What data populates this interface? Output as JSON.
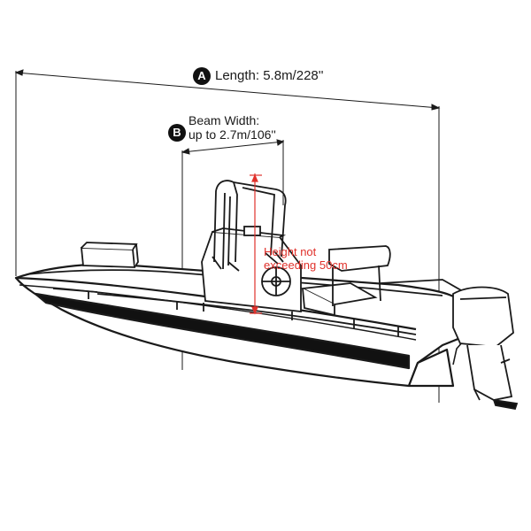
{
  "dimensions": {
    "length": {
      "marker": "A",
      "label": "Length: 5.8m/228''"
    },
    "beam": {
      "marker": "B",
      "label_line1": "Beam Width:",
      "label_line2": "up to 2.7m/106''"
    },
    "height": {
      "label_line1": "Height not",
      "label_line2": "exceeding 50cm"
    }
  },
  "colors": {
    "line": "#1a1a1a",
    "height_marker": "#e0312b",
    "badge": "#111111"
  }
}
